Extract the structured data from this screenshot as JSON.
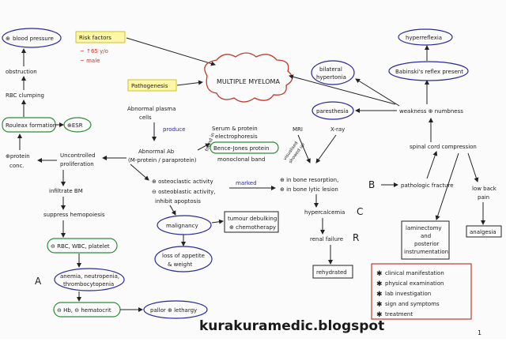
{
  "nodes": {
    "blood_pressure": "blood pressure",
    "bp_symbol": "⊕",
    "obstruction": "obstruction",
    "rbc_clumping": "RBC clumping",
    "rouleax": "Rouleax formation",
    "esr": "⊕ESR",
    "protein_conc_1": "⊕protein",
    "protein_conc_2": "conc.",
    "uncontrolled_1": "Uncontrolled",
    "uncontrolled_2": "proliferation",
    "infiltrate": "infiltrate BM",
    "suppress": "suppress hemopoiesis",
    "rbc_wbc": "⊖ RBC, WBC, platelet",
    "anemia_1": "anemia, neutropenia,",
    "anemia_2": "thrombocytopenia",
    "hb": "⊖ Hb, ⊖ hematocrit",
    "pallor": "pallor ⊕ lethargy",
    "risk_title": "Risk factors",
    "risk_1": "~ ↑65 y/o",
    "risk_2": "~ male",
    "pathogenesis": "Pathogenesis",
    "myeloma": "MULTIPLE MYELOMA",
    "abnormal_plasma_1": "Abnormal plasma",
    "abnormal_plasma_2": "cells",
    "produce": "produce",
    "abnormal_ab_1": "Abnormal Ab",
    "abnormal_ab_2": "(M-protein / paraprotein)",
    "found_in": "found in",
    "serum_1": "Serum & protein",
    "serum_2": "electrophoresis",
    "bence_jones": "Bence-Jones protein",
    "monoclonal": "monoclonal band",
    "mri": "MRI",
    "xray": "X-ray",
    "visualised_1": "visualised",
    "visualised_2": "showed up",
    "osteoclastic": "⊕ osteoclastic activity",
    "osteoblastic": "⊖ osteoblastic activity,",
    "apoptosis": "inhibit apoptosis",
    "marked": "marked",
    "bone_resorption": "⊕ in bone resorption,",
    "lytic": "⊕ in bone lytic lesion",
    "pathologic_fracture": "pathologic fracture",
    "hypercalcemia": "hypercalcemia",
    "renal_failure": "renal failure",
    "rehydrated": "rehydrated",
    "malignancy": "malignancy",
    "tumour_1": "tumour debulking",
    "tumour_2": "⊕ chemotherapy",
    "appetite_1": "loss of appetite",
    "appetite_2": "& weight",
    "bilateral_1": "bilateral",
    "bilateral_2": "hypertonia",
    "paresthesia": "paresthesia",
    "weakness": "weakness ⊕ numbness",
    "spinal": "spinal cord compression",
    "low_back_1": "low back",
    "low_back_2": "pain",
    "analgesia": "analgesia",
    "laminectomy_1": "laminectomy",
    "laminectomy_2": "and",
    "laminectomy_3": "posterior",
    "laminectomy_4": "instrumentation",
    "babinski": "Babinski's reflex present",
    "hyperreflexia": "hyperreflexia"
  },
  "letters": {
    "a": "A",
    "b": "B",
    "c": "C",
    "r": "R"
  },
  "legend": {
    "items": [
      "clinical manifestation",
      "physical examination",
      "lab investigation",
      "sign and symptoms",
      "treatment"
    ],
    "colors": [
      "#2a2a9a",
      "#c0392b",
      "#2e8b3a",
      "#2a2a9a",
      "#1a1a1a"
    ]
  },
  "watermark": "kurakuramedic.blogspot",
  "footer_mark": "1"
}
